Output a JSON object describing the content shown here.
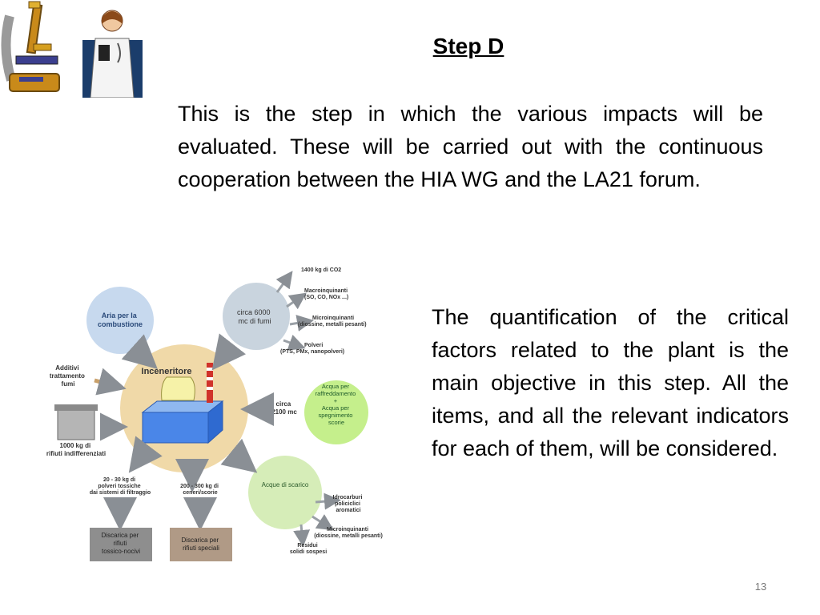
{
  "slide": {
    "title": "Step D",
    "paragraph1": "This is the step in which the various impacts will be evaluated. These will be carried out with the continuous cooperation between the HIA WG and the LA21 forum.",
    "paragraph2": "The quantification of the critical factors related to the plant is the main objective in this step. All the items, and all the relevant indicators for each of them, will be considered.",
    "page_number": "13"
  },
  "diagram": {
    "center": "Inceneritore",
    "air": [
      "Aria per la",
      "combustione"
    ],
    "additives": [
      "Additivi",
      "trattamento",
      "fumi"
    ],
    "waste": [
      "1000 kg di",
      "rifiuti indifferenziati"
    ],
    "fumes": [
      "circa 6000",
      "mc di fumi"
    ],
    "water_in": [
      "Acqua per",
      "raffreddamento",
      "+",
      "Acqua per",
      "spegnimento",
      "scorie"
    ],
    "water_amount": [
      "circa",
      "2100 mc"
    ],
    "wastewater": "Acque di scarico",
    "toxic_dust": [
      "20 - 30 kg di",
      "polveri tossiche",
      "dai sistemi di filtraggio"
    ],
    "ash": [
      "200 - 300 kg di",
      "ceneri/scorie"
    ],
    "landfill_toxic": [
      "Discarica per",
      "rifiuti",
      "tossico-nocivi"
    ],
    "landfill_special": [
      "Discarica per",
      "rifiuti speciali"
    ],
    "emissions": [
      [
        "1400 kg di CO2"
      ],
      [
        "Macroinquinanti",
        "(SO, CO, NOx ...)"
      ],
      [
        "Microinquinanti",
        "(diossine, metalli pesanti)"
      ],
      [
        "Polveri",
        "(PTS, PMx, nanopolveri)"
      ]
    ],
    "water_outputs": [
      [
        "Idrocarburi",
        "policiclici",
        "aromatici"
      ],
      [
        "Microinquinanti",
        "(diossine, metalli pesanti)"
      ],
      [
        "Residui",
        "solidi sospesi"
      ]
    ]
  }
}
